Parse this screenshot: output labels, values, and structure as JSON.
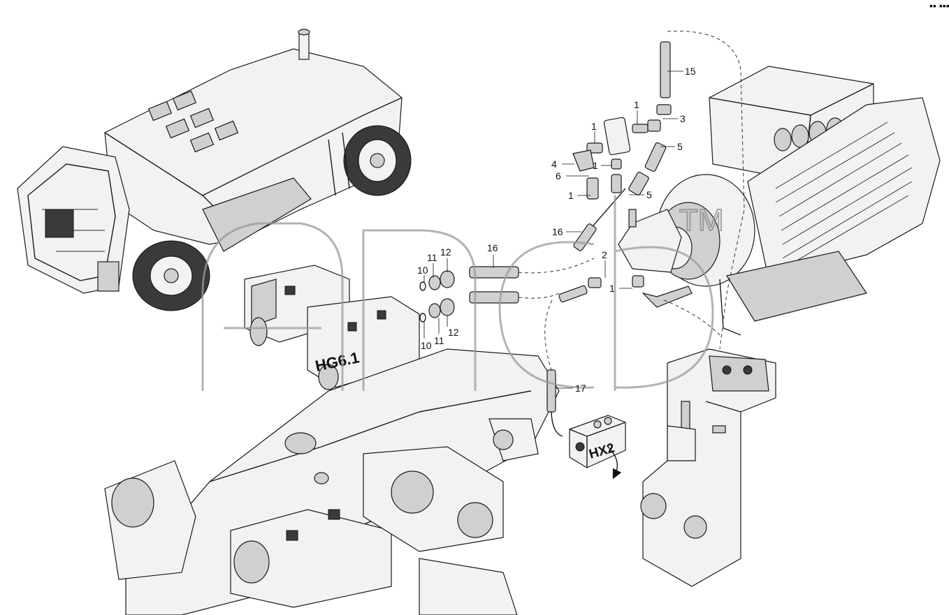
{
  "corner_mark": "▪▪ ▪▪▪",
  "component_labels": {
    "pump_module": "HG6.1",
    "distributor_block": "HX2"
  },
  "watermark": {
    "tm": "TM"
  },
  "callouts": [
    {
      "id": "c15",
      "label": "15"
    },
    {
      "id": "c1a",
      "label": "1"
    },
    {
      "id": "c3",
      "label": "3"
    },
    {
      "id": "c1b",
      "label": "1"
    },
    {
      "id": "c5a",
      "label": "5"
    },
    {
      "id": "c4",
      "label": "4"
    },
    {
      "id": "c1c",
      "label": "1"
    },
    {
      "id": "c6",
      "label": "6"
    },
    {
      "id": "c1d",
      "label": "1"
    },
    {
      "id": "c5b",
      "label": "5"
    },
    {
      "id": "c16",
      "label": "16"
    },
    {
      "id": "c16b",
      "label": "16"
    },
    {
      "id": "c2",
      "label": "2"
    },
    {
      "id": "c1e",
      "label": "1"
    },
    {
      "id": "c12a",
      "label": "12"
    },
    {
      "id": "c11a",
      "label": "11"
    },
    {
      "id": "c10a",
      "label": "10"
    },
    {
      "id": "c10b",
      "label": "10"
    },
    {
      "id": "c11b",
      "label": "11"
    },
    {
      "id": "c12b",
      "label": "12"
    },
    {
      "id": "c17",
      "label": "17"
    }
  ]
}
